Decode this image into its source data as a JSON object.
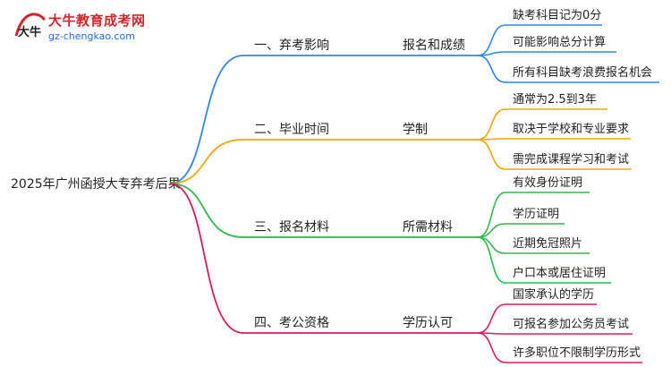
{
  "logo": {
    "name": "大牛教育成考网",
    "url": "gz-chengkao.com",
    "mark_text": "大牛"
  },
  "root": "2025年广州函授大专弃考后果",
  "branches": [
    {
      "title": "一、弃考影响",
      "sub": "报名和成绩",
      "color": "#2e86e8",
      "leaves": [
        "缺考科目记为0分",
        "可能影响总分计算",
        "所有科目缺考浪费报名机会"
      ]
    },
    {
      "title": "二、毕业时间",
      "sub": "学制",
      "color": "#f0a500",
      "leaves": [
        "通常为2.5到3年",
        "取决于学校和专业要求",
        "需完成课程学习和考试"
      ]
    },
    {
      "title": "三、报名材料",
      "sub": "所需材料",
      "color": "#2fb84e",
      "leaves": [
        "有效身份证明",
        "学历证明",
        "近期免冠照片",
        "户口本或居住证明"
      ]
    },
    {
      "title": "四、考公资格",
      "sub": "学历认可",
      "color": "#d81b60",
      "leaves": [
        "国家承认的学历",
        "可报名参加公务员考试",
        "许多职位不限制学历形式"
      ]
    }
  ]
}
